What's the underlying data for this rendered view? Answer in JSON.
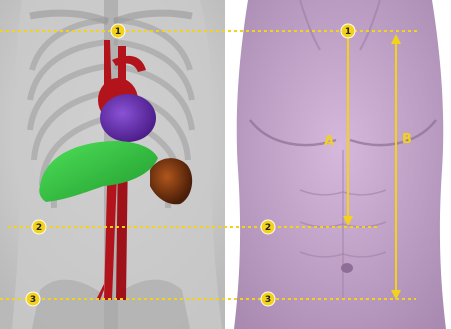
{
  "figure": {
    "panels": [
      {
        "name": "anatomy-panel",
        "description_visible": false
      },
      {
        "name": "torso-panel",
        "description_visible": false
      }
    ],
    "markers": {
      "level_1": "1",
      "level_2": "2",
      "level_3": "3"
    },
    "measurements": {
      "a_label": "A",
      "b_label": "B"
    },
    "colors": {
      "guide_line": "#f2d21a",
      "marker_fill": "#f2d21a",
      "heart": "#b3141c",
      "heart_ventricle": "#6a2fb5",
      "liver": "#2fc43f",
      "stomach": "#7a3410",
      "aorta": "#b3141c",
      "skin": "#c8a6cf",
      "skeleton_bg": "#cfcfcf"
    }
  }
}
